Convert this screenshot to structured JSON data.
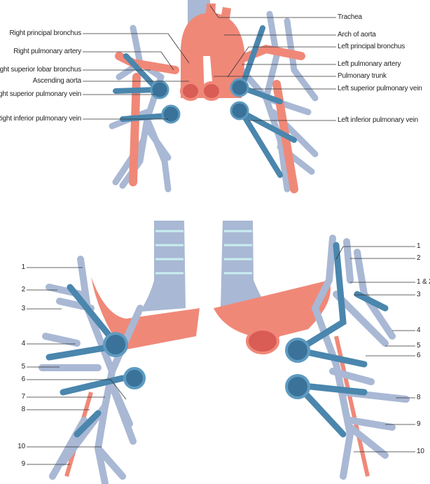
{
  "top_figure": {
    "right_side_labels": [
      "Right principal bronchus",
      "Right pulmonary artery",
      "Right superior lobar bronchus",
      "Ascending aorta",
      "Right superior pulmonary vein",
      "Right inferior pulmonary vein"
    ],
    "left_side_labels": [
      "Trachea",
      "Arch of aorta",
      "Left principal bronchus",
      "Left pulmonary artery",
      "Pulmonary trunk",
      "Left superior pulmonary vein",
      "Left inferior pulmonary vein"
    ]
  },
  "bottom_figure": {
    "right_lung_segments": [
      "1",
      "2",
      "3",
      "4",
      "5",
      "6",
      "7",
      "8",
      "10",
      "9"
    ],
    "left_lung_segments": [
      "1",
      "2",
      "1 & 2",
      "3",
      "4",
      "5",
      "6",
      "8",
      "9",
      "10"
    ]
  },
  "colors": {
    "artery": "#f08878",
    "vein": "#4a86ad",
    "bronchus": "#a9b8d4",
    "cartilage": "#c9eef0",
    "line": "#333333"
  }
}
